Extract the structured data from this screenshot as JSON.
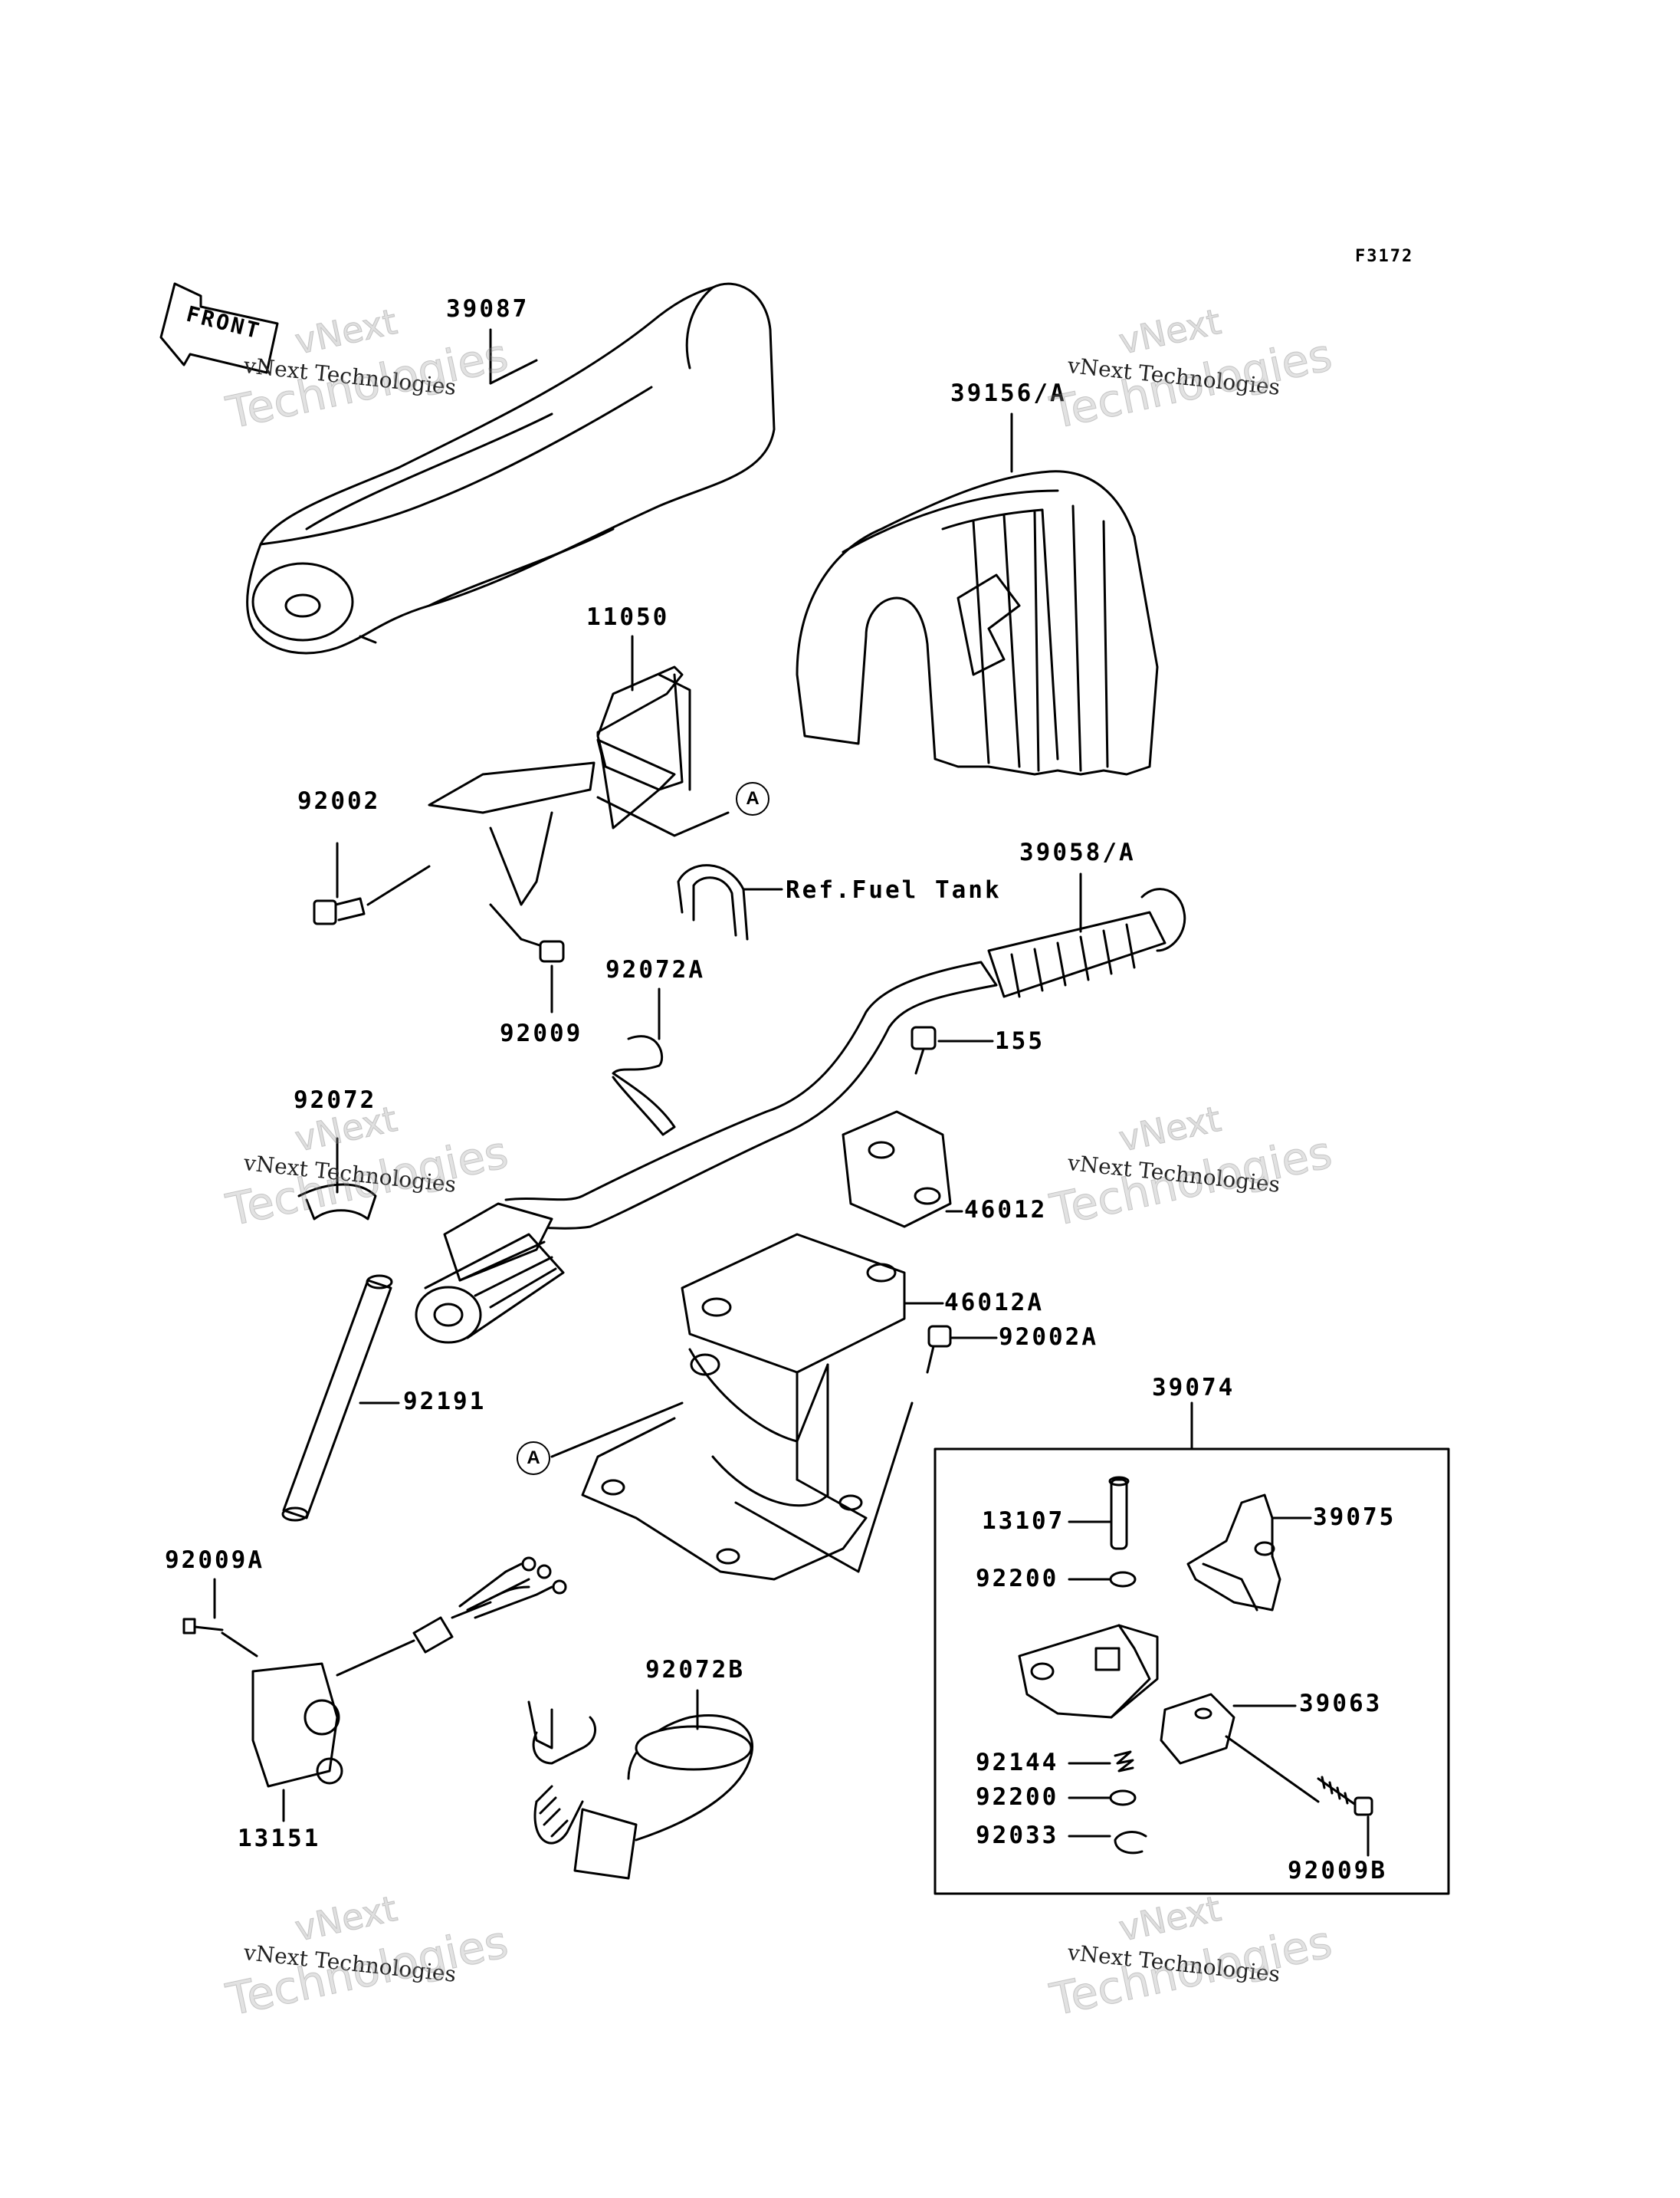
{
  "figure_code": "F3172",
  "front_label": "FRONT",
  "ref_note": "Ref.Fuel Tank",
  "circle_marker": "A",
  "watermark": {
    "line1": "vNext",
    "line2": "vNext Technologies",
    "line3": "Technologies"
  },
  "parts": {
    "p39087": "39087",
    "p39156": "39156/A",
    "p11050": "11050",
    "p92002": "92002",
    "p92009": "92009",
    "p92072A": "92072A",
    "p39058": "39058/A",
    "p155": "155",
    "p92072": "92072",
    "p46012": "46012",
    "p46012A": "46012A",
    "p92002A": "92002A",
    "p92191": "92191",
    "p39074": "39074",
    "p13107": "13107",
    "p39075": "39075",
    "p92200a": "92200",
    "p92009A": "92009A",
    "p92072B": "92072B",
    "p39063": "39063",
    "p92144": "92144",
    "p92200b": "92200",
    "p92033": "92033",
    "p92009B": "92009B",
    "p13151": "13151"
  }
}
